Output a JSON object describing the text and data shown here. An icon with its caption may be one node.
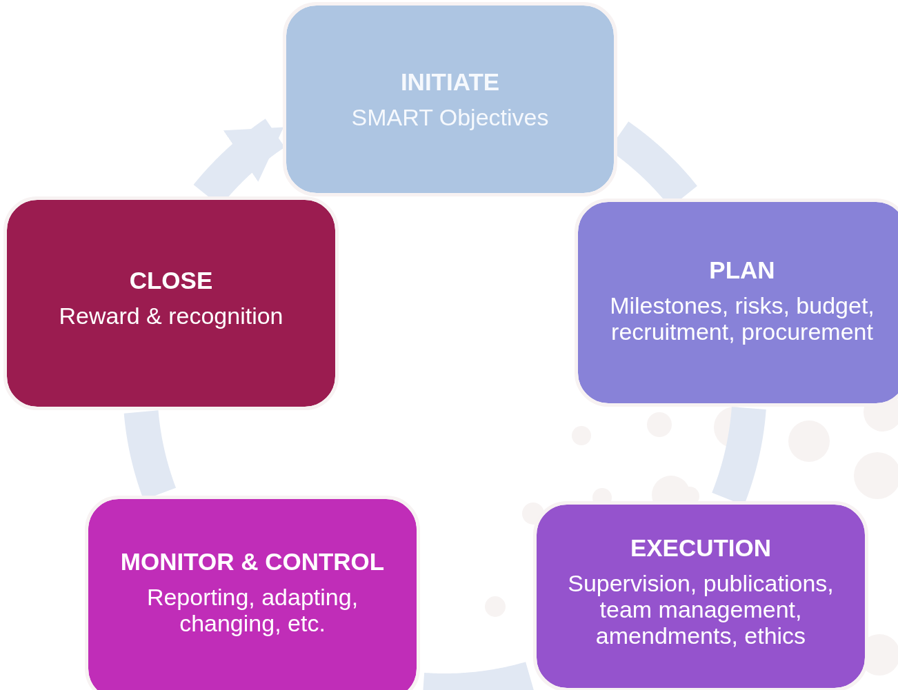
{
  "diagram": {
    "nodes": [
      {
        "text": [
          "INITIATE",
          "SMART Objectives"
        ]
      },
      {
        "text": [
          "PLAN",
          "Milestones, risks, budget, recruitment, procurement"
        ]
      },
      {
        "text": [
          "EXECUTION",
          "Supervision, publications, team management, amendments, ethics"
        ]
      },
      {
        "text": [
          "MONITOR & CONTROL",
          "Reporting, adapting, changing, etc."
        ]
      },
      {
        "text": [
          "CLOSE",
          "Reward & recognition"
        ]
      }
    ],
    "edges": [
      {
        "from": 0,
        "to": 1,
        "arrow": "none"
      },
      {
        "from": 1,
        "to": 2,
        "arrow": "none"
      },
      {
        "from": 2,
        "to": 3,
        "arrow": "none"
      },
      {
        "from": 3,
        "to": 4,
        "arrow": "none"
      },
      {
        "from": 4,
        "to": 0,
        "arrow": "to"
      }
    ]
  }
}
